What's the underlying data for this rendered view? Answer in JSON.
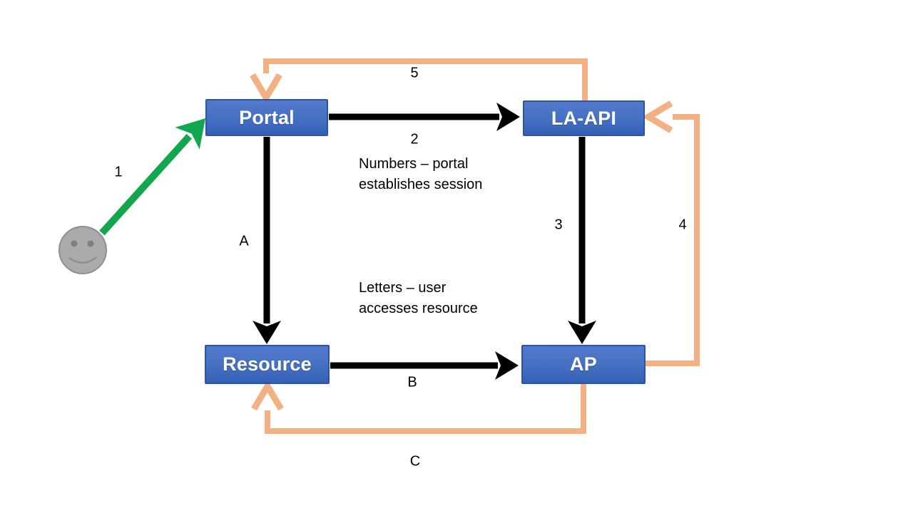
{
  "diagram": {
    "nodes": [
      {
        "id": "portal",
        "label": "Portal"
      },
      {
        "id": "la-api",
        "label": "LA-API"
      },
      {
        "id": "resource",
        "label": "Resource"
      },
      {
        "id": "ap",
        "label": "AP"
      }
    ],
    "edges": [
      {
        "label": "1",
        "from": "user",
        "to": "portal",
        "color": "green"
      },
      {
        "label": "2",
        "from": "portal",
        "to": "la-api",
        "color": "black"
      },
      {
        "label": "3",
        "from": "la-api",
        "to": "ap",
        "color": "black"
      },
      {
        "label": "4",
        "from": "ap",
        "to": "la-api",
        "color": "orange"
      },
      {
        "label": "5",
        "from": "la-api",
        "to": "portal",
        "color": "orange"
      },
      {
        "label": "A",
        "from": "portal",
        "to": "resource",
        "color": "black"
      },
      {
        "label": "B",
        "from": "resource",
        "to": "ap",
        "color": "black"
      },
      {
        "label": "C",
        "from": "ap",
        "to": "resource",
        "color": "orange"
      }
    ],
    "legend": {
      "numbers": "Numbers – portal\nestablishes session",
      "letters": "Letters – user\naccesses resource"
    },
    "icons": {
      "user": "smiley-face-icon"
    },
    "colors": {
      "node_fill_top": "#5379cc",
      "node_fill_bottom": "#3260b4",
      "node_border": "#2d549e",
      "arrow_black": "#000000",
      "arrow_orange": "#f3b183",
      "arrow_green": "#12a74e",
      "smiley_gray": "#aaaaaa"
    }
  }
}
